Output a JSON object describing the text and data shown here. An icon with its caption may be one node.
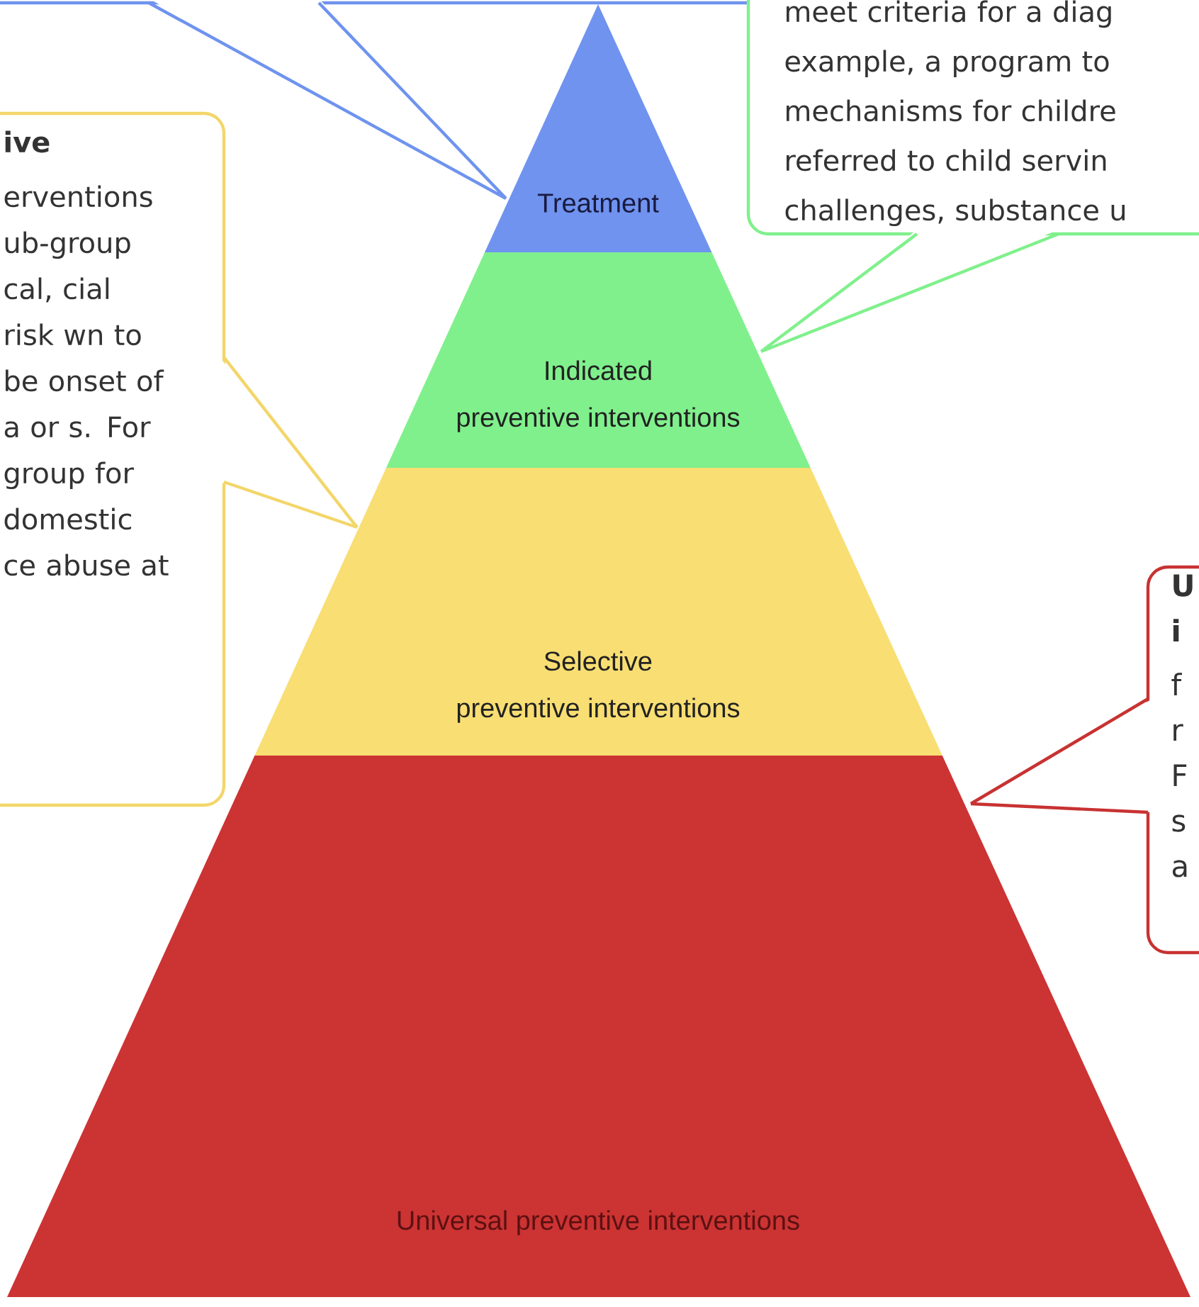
{
  "diagram": {
    "nodes": [
      {
        "text": [
          "Treatment"
        ]
      },
      {
        "text": [
          "Indicated preventive interventions"
        ]
      },
      {
        "text": [
          "Selective preventive interventions"
        ]
      },
      {
        "text": [
          "Universal preventive interventions"
        ]
      },
      {
        "text": [],
        "shape": "box"
      },
      {
        "text": [
          "meet criteria for a diag example, a program to mechanisms for childre referred to child servin challenges, substance u"
        ]
      },
      {
        "text": [
          "ive",
          "erventions ub-group cal, cial risk wn to be onset of a or s. For group for domestic ce abuse at"
        ]
      },
      {
        "text": [
          "U i",
          "f r F s a"
        ]
      }
    ],
    "edges": [
      {
        "from": 4,
        "to": 0,
        "arrow": "none",
        "color": "#6f93ee"
      },
      {
        "from": 5,
        "to": 1,
        "arrow": "none",
        "color": "#80f08c"
      },
      {
        "from": 6,
        "to": 2,
        "arrow": "none",
        "color": "#f3d66a"
      },
      {
        "from": 7,
        "to": 3,
        "arrow": "none",
        "color": "#c83232"
      }
    ]
  }
}
